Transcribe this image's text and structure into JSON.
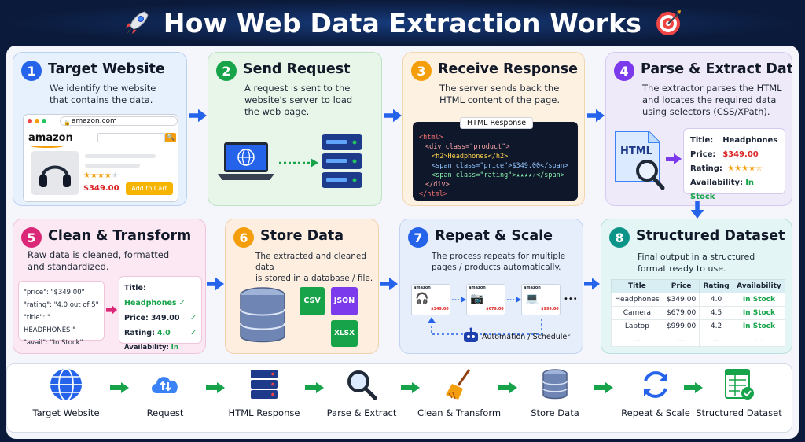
{
  "title": "How Web Data Extraction Works",
  "colors": {
    "blue": "#2563eb",
    "green": "#16a34a",
    "orange": "#f59e0b",
    "purple": "#7c3aed",
    "pink": "#db2777",
    "teal": "#0d9488",
    "navy": "#0b1a3a",
    "price_red": "#dc2626"
  },
  "steps": [
    {
      "num": "1",
      "title": "Target Website",
      "desc": [
        "We identify the website",
        "that contains the data."
      ]
    },
    {
      "num": "2",
      "title": "Send Request",
      "desc": [
        "A request is sent to the",
        "website's server to load",
        "the web page."
      ]
    },
    {
      "num": "3",
      "title": "Receive Response",
      "desc": [
        "The server sends back the",
        "HTML content of the page."
      ]
    },
    {
      "num": "4",
      "title": "Parse & Extract Data",
      "desc": [
        "The extractor parses the HTML",
        "and locates the required data",
        "using selectors (CSS/XPath)."
      ]
    },
    {
      "num": "5",
      "title": "Clean & Transform",
      "desc": [
        "Raw data is cleaned, formatted",
        "and standardized."
      ]
    },
    {
      "num": "6",
      "title": "Store Data",
      "desc": [
        "The extracted and cleaned data",
        "is stored in a database / file."
      ]
    },
    {
      "num": "7",
      "title": "Repeat & Scale",
      "desc": [
        "The process repeats for multiple",
        "pages / products automatically."
      ]
    },
    {
      "num": "8",
      "title": "Structured Dataset",
      "desc": [
        "Final output in a structured",
        "format ready to use."
      ]
    }
  ],
  "browser": {
    "url": "amazon.com",
    "logo": "amazon",
    "price": "$349.00",
    "cart_button": "Add to Cart"
  },
  "html_response": {
    "label": "HTML Response",
    "lines": [
      "<html>",
      "<div class=\"product\">",
      "<h2>Headphones</h2>",
      "<span class=\"price\">$349.00</span>",
      "<span class=\"rating\">★★★★☆</span>",
      "</div>",
      "</html>"
    ]
  },
  "parse": {
    "doc_label": "HTML",
    "fields": [
      {
        "label": "Title:",
        "value": "Headphones"
      },
      {
        "label": "Price:",
        "value": "$349.00"
      },
      {
        "label": "Rating:",
        "value": "★★★★☆"
      },
      {
        "label": "Availability:",
        "value": "In Stock"
      }
    ]
  },
  "raw_data": [
    "\"price\": \"$349.00\"",
    "\"rating\": \"4.0 out of 5\"",
    "\"title\": \" HEADPHONES \"",
    "\"avail\": \"In Stock\""
  ],
  "clean_data": [
    {
      "label": "Title:",
      "value": "Headphones"
    },
    {
      "label": "Price:",
      "value": "349.00"
    },
    {
      "label": "Rating:",
      "value": "4.0"
    },
    {
      "label": "Availability:",
      "value": "In Stock"
    }
  ],
  "file_badges": [
    "CSV",
    "JSON",
    "XLSX"
  ],
  "repeat": {
    "products": [
      {
        "logo": "amazon",
        "price": "$349.00"
      },
      {
        "logo": "amazon",
        "price": "$679.00"
      },
      {
        "logo": "amazon",
        "price": "$999.00"
      }
    ],
    "ellipsis": "•••",
    "automation_label": "Automation / Scheduler"
  },
  "dataset": {
    "headers": [
      "Title",
      "Price",
      "Rating",
      "Availability"
    ],
    "rows": [
      [
        "Headphones",
        "$349.00",
        "4.0",
        "In Stock"
      ],
      [
        "Camera",
        "$679.00",
        "4.5",
        "In Stock"
      ],
      [
        "Laptop",
        "$999.00",
        "4.2",
        "In Stock"
      ],
      [
        "...",
        "...",
        "...",
        "..."
      ]
    ]
  },
  "bottom_flow": [
    {
      "label": "Target Website",
      "icon": "globe-icon"
    },
    {
      "label": "Request",
      "icon": "cloud-transfer-icon"
    },
    {
      "label": "HTML Response",
      "icon": "server-icon"
    },
    {
      "label": "Parse & Extract",
      "icon": "magnifier-icon"
    },
    {
      "label": "Clean & Transform",
      "icon": "broom-icon"
    },
    {
      "label": "Store Data",
      "icon": "database-icon"
    },
    {
      "label": "Repeat & Scale",
      "icon": "refresh-icon"
    },
    {
      "label": "Structured Dataset",
      "icon": "spreadsheet-icon"
    }
  ]
}
